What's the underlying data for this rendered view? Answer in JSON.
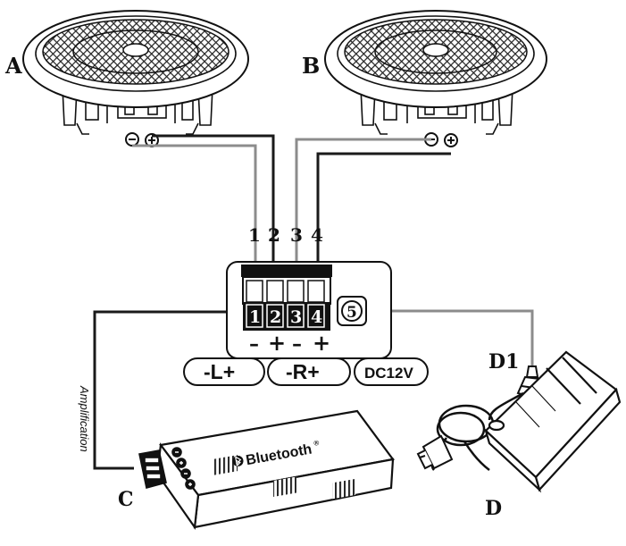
{
  "speakers": {
    "a_label": "A",
    "b_label": "B"
  },
  "terminal_numbers": [
    "1",
    "2",
    "3",
    "4"
  ],
  "terminal_block_numbers": [
    "1",
    "2",
    "3",
    "4"
  ],
  "polarity": [
    "–",
    "+",
    "–",
    "+"
  ],
  "pills": {
    "left": "-L+",
    "right": "-R+",
    "power": "DC12V"
  },
  "port_5": "5",
  "amplifier": {
    "label": "C",
    "brand": "Bluetooth",
    "registered": "®",
    "side_text": "Amplification"
  },
  "power_supply": {
    "label": "D",
    "plug_label": "D1"
  },
  "colors": {
    "black_wire": "#1a1a1a",
    "grey_wire": "#8c8c8c",
    "device_fill": "#ffffff",
    "outline": "#111111"
  }
}
